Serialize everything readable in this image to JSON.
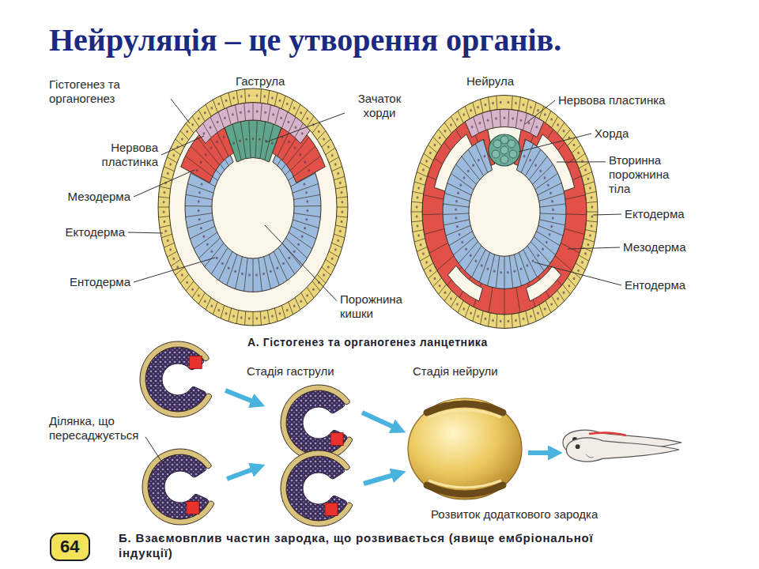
{
  "diagram": {
    "title": "Нейруляція – це утворення органів.",
    "nodes": [
      {
        "text": [
          "64"
        ]
      }
    ],
    "labels": [
      "Гістогенез та органогенез",
      "Гаструла",
      "Зачаток хорди",
      "Нервова пластинка",
      "Мезодерма",
      "Ектодерма",
      "Ентодерма",
      "Порожнина кишки",
      "Нейрула",
      "Нервова пластинка",
      "Хорда",
      "Вторинна порожнина тіла",
      "Ектодерма",
      "Мезодерма",
      "Ентодерма",
      "А. Гістогенез та органогенез ланцетника",
      "Стадія гаструли",
      "Стадія нейрули",
      "Ділянка, що пересаджується",
      "Розвиток додаткового зародка",
      "Б. Взаємовплив частин зародка, що розвивається (явище ембріональної індукції)"
    ]
  }
}
